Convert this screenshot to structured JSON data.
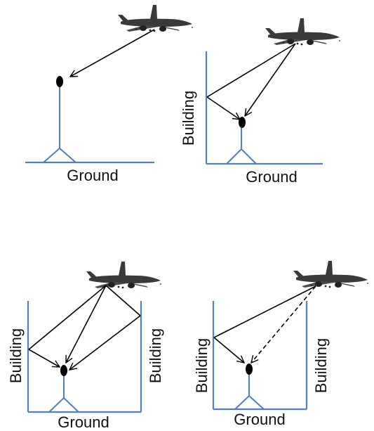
{
  "panels": [
    {
      "id": "panel-1",
      "labels": {
        "ground": "Ground"
      },
      "paths": [
        "direct"
      ]
    },
    {
      "id": "panel-2",
      "labels": {
        "ground": "Ground",
        "building_left": "Building"
      },
      "paths": [
        "reflected-left",
        "direct"
      ]
    },
    {
      "id": "panel-3",
      "labels": {
        "ground": "Ground",
        "building_left": "Building",
        "building_right": "Building"
      },
      "paths": [
        "reflected-left",
        "direct",
        "reflected-right"
      ]
    },
    {
      "id": "panel-4",
      "labels": {
        "ground": "Ground",
        "building_left": "Building",
        "building_right": "Building"
      },
      "paths": [
        "reflected-left",
        "blocked-direct"
      ]
    }
  ],
  "colors": {
    "structure": "#4f81bd",
    "ray": "#000000",
    "aircraft": "#3a3a3a",
    "receiver": "#000000"
  },
  "icons": [
    "airplane-icon",
    "receiver-icon",
    "stick-figure-icon"
  ]
}
